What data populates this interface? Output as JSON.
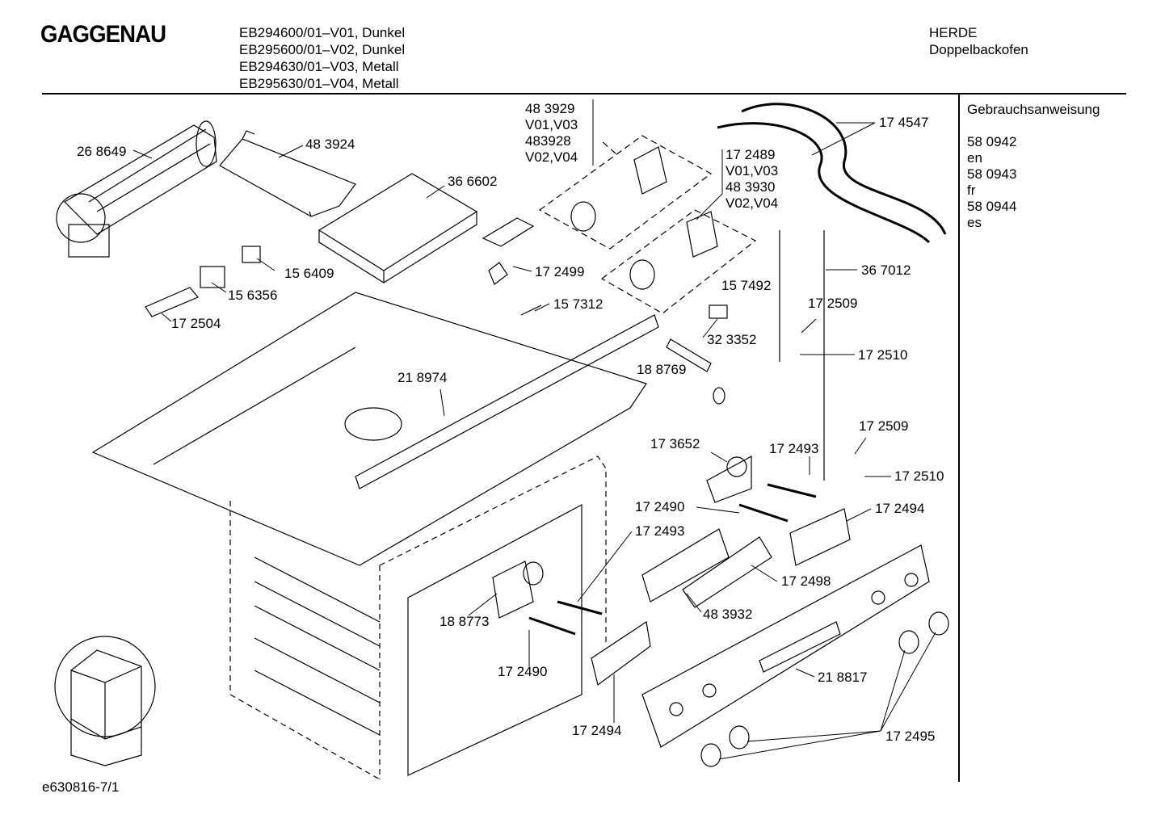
{
  "header": {
    "brand": "GAGGENAU",
    "models": [
      "EB294600/01–V01, Dunkel",
      "EB295600/01–V02, Dunkel",
      "EB294630/01–V03, Metall",
      "EB295630/01–V04, Metall"
    ],
    "category": "HERDE",
    "product": "Doppelbackofen"
  },
  "sidebar": {
    "title": "Gebrauchsanweisung",
    "items": [
      "58 0942",
      "en",
      "58 0943",
      "fr",
      "58 0944",
      "es"
    ]
  },
  "parts": {
    "p268649": "26 8649",
    "p483924": "48 3924",
    "p366602": "36 6602",
    "p483929": "48 3929",
    "v01v03a": "V01,V03",
    "p483928": "483928",
    "v02v04a": "V02,V04",
    "p174547": "17 4547",
    "p172489": "17 2489",
    "v01v03b": "V01,V03",
    "p483930": "48 3930",
    "v02v04b": "V02,V04",
    "p156409": "15 6409",
    "p156356": "15 6356",
    "p172504": "17 2504",
    "p172499": "17 2499",
    "p157312": "15 7312",
    "p157492": "15 7492",
    "p367012": "36 7012",
    "p172509a": "17 2509",
    "p323352": "32 3352",
    "p172510a": "17 2510",
    "p188769": "18 8769",
    "p218974": "21 8974",
    "p172509b": "17 2509",
    "p173652": "17 3652",
    "p172493a": "17 2493",
    "p172510b": "17 2510",
    "p172490a": "17 2490",
    "p172494a": "17 2494",
    "p172493b": "17 2493",
    "p172498": "17 2498",
    "p188773": "18 8773",
    "p483932": "48 3932",
    "p172490b": "17 2490",
    "p218817": "21 8817",
    "p172494b": "17 2494",
    "p172495": "17 2495"
  },
  "footer": {
    "drawing_id": "e630816-7/1"
  }
}
